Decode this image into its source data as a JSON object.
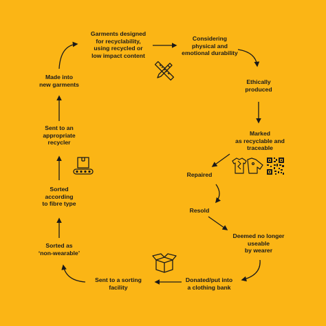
{
  "steps": {
    "s1": [
      "Garments designed",
      "for recyclability,",
      "using recycled or",
      "low impact content"
    ],
    "s2": [
      "Considering",
      "physical and",
      "emotional durability"
    ],
    "s3": [
      "Ethically",
      "produced"
    ],
    "s4": [
      "Marked",
      "as recyclable and",
      "traceable"
    ],
    "s5": [
      "Repaired"
    ],
    "s6": [
      "Resold"
    ],
    "s7": [
      "Deemed no longer",
      "useable",
      "by wearer"
    ],
    "s8": [
      "Donated/put into",
      "a clothing bank"
    ],
    "s9": [
      "Sent to a sorting",
      "facility"
    ],
    "s10": [
      "Sorted as",
      "‘non-wearable’"
    ],
    "s11": [
      "Sorted",
      "according",
      "to fibre type"
    ],
    "s12": [
      "Sent to an",
      "appropriate",
      "recycler"
    ],
    "s13": [
      "Made into",
      "new garments"
    ]
  },
  "colors": {
    "background": "#FBB515",
    "ink": "#1a1a1a"
  },
  "icons": [
    "pencil-ruler-icon",
    "garment-tags-icon",
    "qr-code-icon",
    "open-box-icon",
    "conveyor-box-icon"
  ]
}
